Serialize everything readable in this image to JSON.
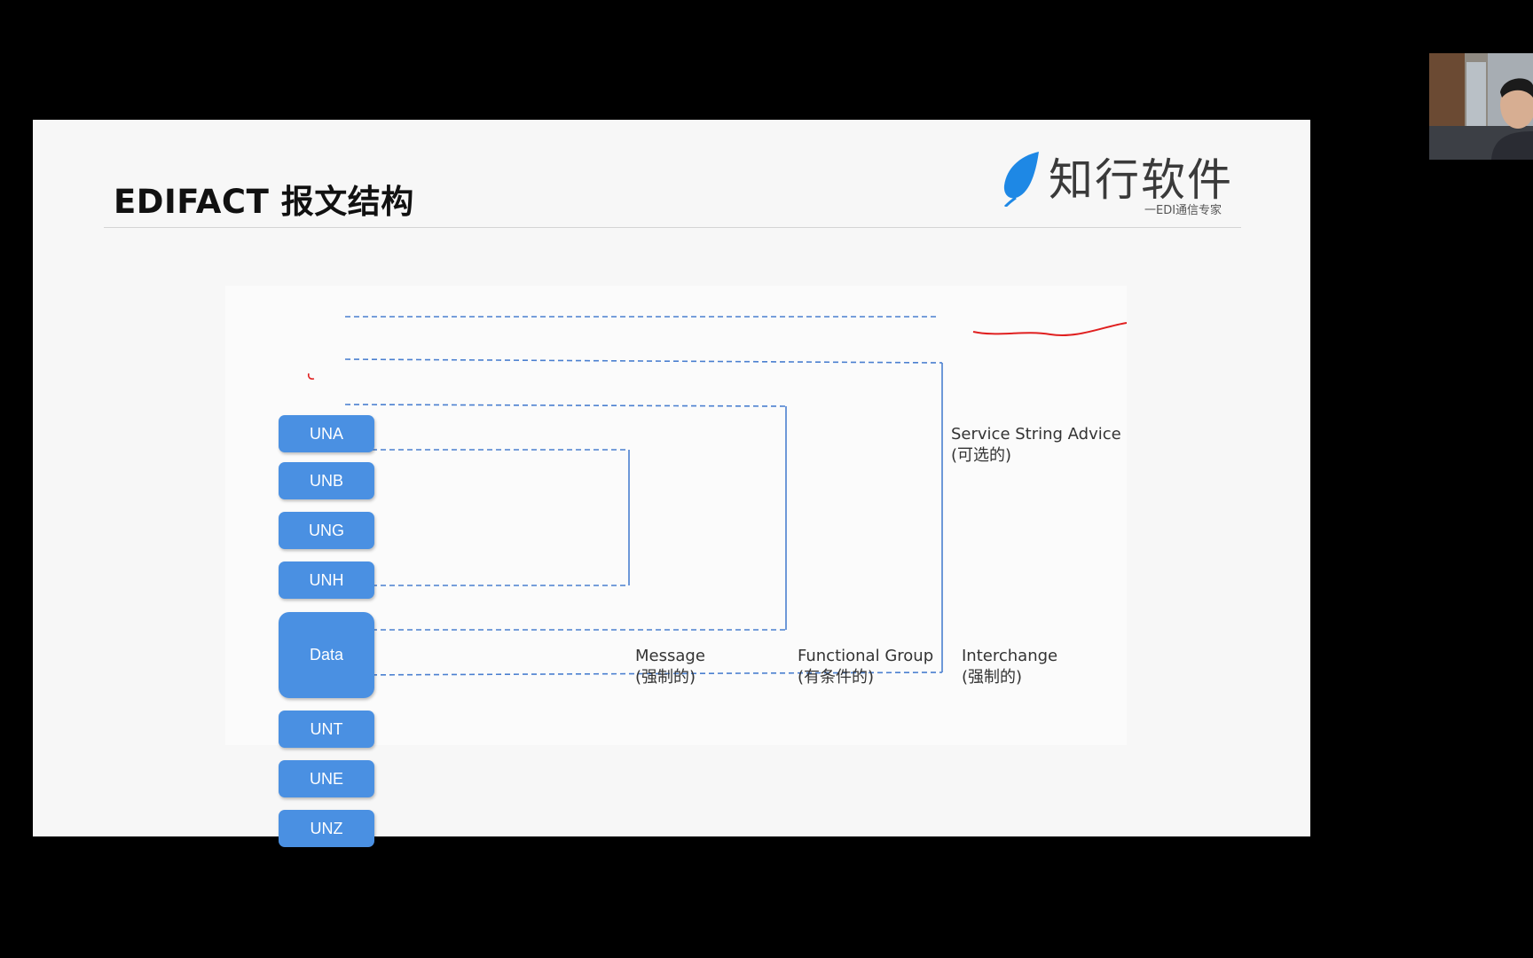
{
  "slide": {
    "title": "EDIFACT 报文结构",
    "logo": {
      "name": "知行软件",
      "tagline": "一EDI通信专家"
    }
  },
  "diagram": {
    "segments": [
      "UNA",
      "UNB",
      "UNG",
      "UNH",
      "Data",
      "UNT",
      "UNE",
      "UNZ"
    ],
    "groups": {
      "service_string": {
        "title": "Service String Advice",
        "note": "(可选的)"
      },
      "message": {
        "title": "Message",
        "note": "(强制的)"
      },
      "functional_group": {
        "title": "Functional Group",
        "note": "(有条件的)"
      },
      "interchange": {
        "title": "Interchange",
        "note": "(强制的)"
      }
    },
    "segment_color": "#4a90e2",
    "connector_color": "#4a7fd0",
    "annotation_color": "#e02020"
  }
}
